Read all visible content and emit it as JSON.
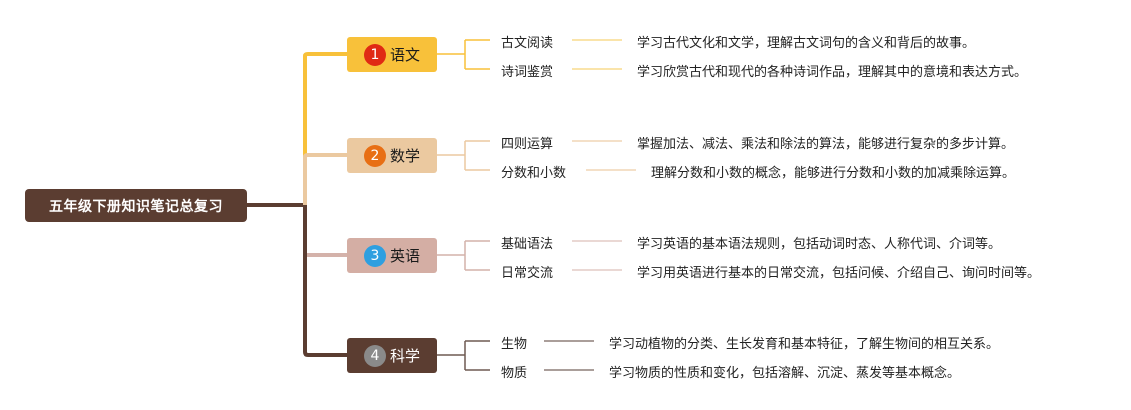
{
  "root": {
    "label": "五年级下册知识笔记总复习"
  },
  "colors": {
    "root": "#5b3d31",
    "branch1": "#f8c13a",
    "branch2": "#ebc9a0",
    "branch3": "#c9a8a0",
    "branch4": "#5b3d31"
  },
  "categories": [
    {
      "number": "1",
      "label": "语文",
      "badge_color": "#e02a14",
      "box_color": "#f8c13a",
      "topics": [
        {
          "label": "古文阅读",
          "desc": "学习古代文化和文学，理解古文词句的含义和背后的故事。"
        },
        {
          "label": "诗词鉴赏",
          "desc": "学习欣赏古代和现代的各种诗词作品，理解其中的意境和表达方式。"
        }
      ]
    },
    {
      "number": "2",
      "label": "数学",
      "badge_color": "#e86f14",
      "box_color": "#ebc9a0",
      "topics": [
        {
          "label": "四则运算",
          "desc": "掌握加法、减法、乘法和除法的算法，能够进行复杂的多步计算。"
        },
        {
          "label": "分数和小数",
          "desc": "理解分数和小数的概念，能够进行分数和小数的加减乘除运算。"
        }
      ]
    },
    {
      "number": "3",
      "label": "英语",
      "badge_color": "#2e9fe0",
      "box_color": "#d4aea4",
      "topics": [
        {
          "label": "基础语法",
          "desc": "学习英语的基本语法规则，包括动词时态、人称代词、介词等。"
        },
        {
          "label": "日常交流",
          "desc": "学习用英语进行基本的日常交流，包括问候、介绍自己、询问时间等。"
        }
      ]
    },
    {
      "number": "4",
      "label": "科学",
      "badge_color": "#8a8a8a",
      "box_color": "#5b3d31",
      "topics": [
        {
          "label": "生物",
          "desc": "学习动植物的分类、生长发育和基本特征，了解生物间的相互关系。"
        },
        {
          "label": "物质",
          "desc": "学习物质的性质和变化，包括溶解、沉淀、蒸发等基本概念。"
        }
      ]
    }
  ]
}
